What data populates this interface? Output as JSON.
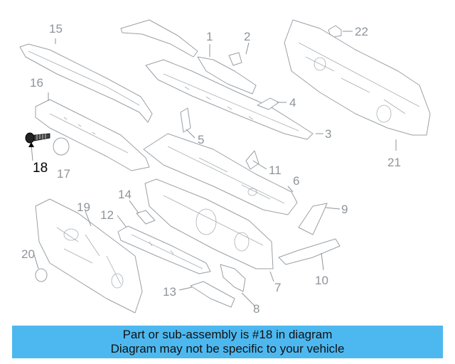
{
  "callouts": {
    "n1": "1",
    "n2": "2",
    "n3": "3",
    "n4": "4",
    "n5": "5",
    "n6": "6",
    "n7": "7",
    "n8": "8",
    "n9": "9",
    "n10": "10",
    "n11": "11",
    "n12": "12",
    "n13": "13",
    "n14": "14",
    "n15": "15",
    "n16": "16",
    "n17": "17",
    "n18": "18",
    "n19": "19",
    "n20": "20",
    "n21": "21",
    "n22": "22"
  },
  "highlighted_part": "18",
  "banner": {
    "line1": "Part or sub-assembly is #18 in diagram",
    "line2": "Diagram may not be specific to your vehicle"
  },
  "colors": {
    "banner": "#4db8f0",
    "part_outline": "#9aa0a6",
    "highlight": "#000000"
  }
}
